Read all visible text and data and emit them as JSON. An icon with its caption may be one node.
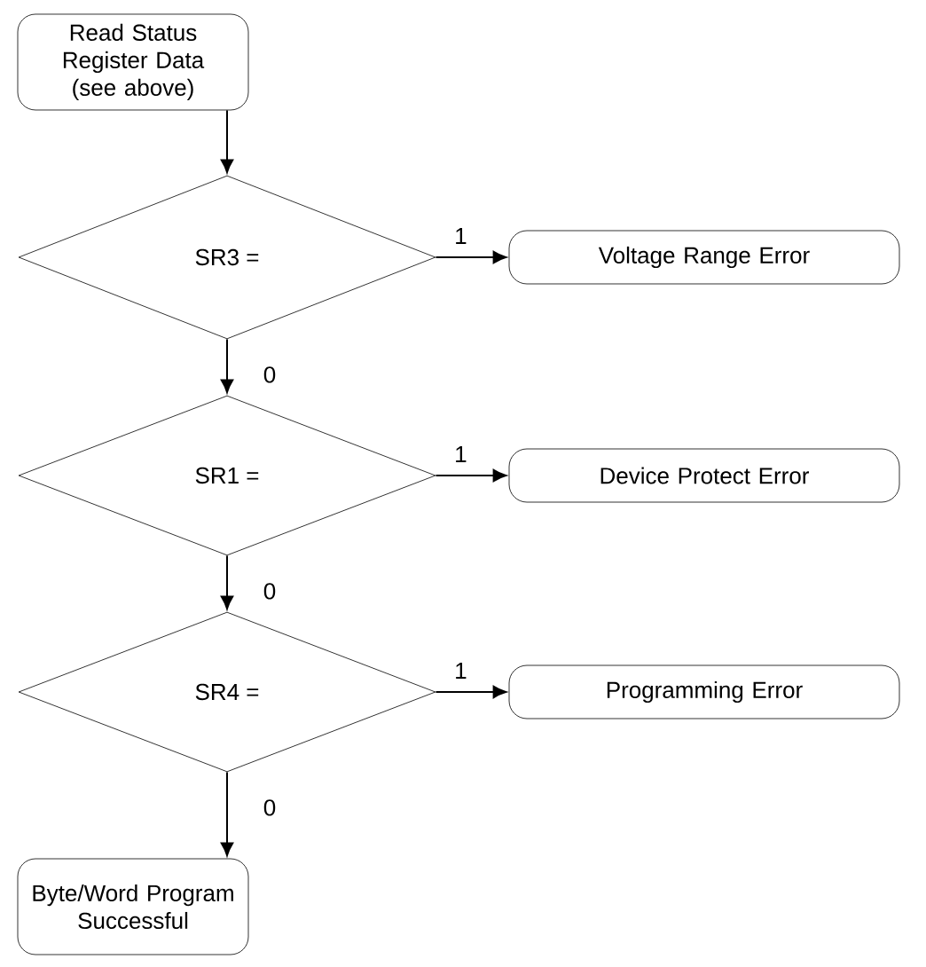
{
  "diagram": {
    "nodes": [
      {
        "text": [
          "Read Status Register Data (see above)"
        ]
      },
      {
        "text": [
          "SR3 ="
        ]
      },
      {
        "text": [
          "Voltage Range Error"
        ]
      },
      {
        "text": [
          "SR1 ="
        ]
      },
      {
        "text": [
          "Device Protect Error"
        ]
      },
      {
        "text": [
          "SR4 ="
        ]
      },
      {
        "text": [
          "Programming Error"
        ]
      },
      {
        "text": [
          "Byte/Word Program Successful"
        ]
      }
    ],
    "edges": [
      {
        "from": 0,
        "to": 1,
        "arrow": "to"
      },
      {
        "from": 1,
        "to": 2,
        "arrow": "to",
        "label": "1"
      },
      {
        "from": 1,
        "to": 3,
        "arrow": "to",
        "label": "0"
      },
      {
        "from": 3,
        "to": 4,
        "arrow": "to",
        "label": "1"
      },
      {
        "from": 3,
        "to": 5,
        "arrow": "to",
        "label": "0"
      },
      {
        "from": 5,
        "to": 6,
        "arrow": "to",
        "label": "1"
      },
      {
        "from": 5,
        "to": 7,
        "arrow": "to",
        "label": "0"
      }
    ]
  }
}
